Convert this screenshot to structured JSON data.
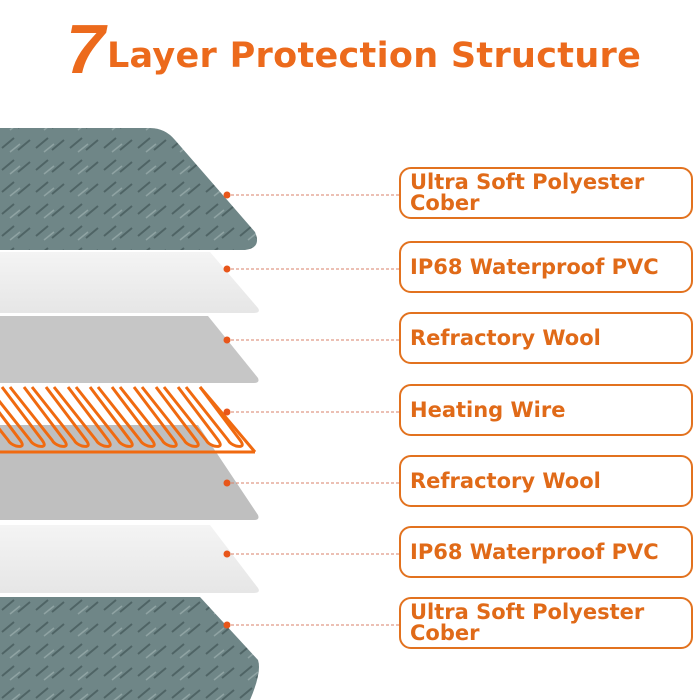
{
  "title": {
    "number": "7",
    "text": "Layer Protection Structure"
  },
  "colors": {
    "accent": "#ec6a1c",
    "fleece": "#6b8283",
    "pvc": "#efefef",
    "wool": "#c4c4c4",
    "wire": "#f06a10"
  },
  "layers": [
    {
      "line1": "Ultra Soft Polyester",
      "line2": "Cober"
    },
    {
      "line1": "IP68 Waterproof PVC",
      "line2": ""
    },
    {
      "line1": "Refractory Wool",
      "line2": ""
    },
    {
      "line1": "Heating Wire",
      "line2": ""
    },
    {
      "line1": "Refractory Wool",
      "line2": ""
    },
    {
      "line1": "IP68 Waterproof PVC",
      "line2": ""
    },
    {
      "line1": "Ultra Soft Polyester",
      "line2": "Cober"
    }
  ]
}
